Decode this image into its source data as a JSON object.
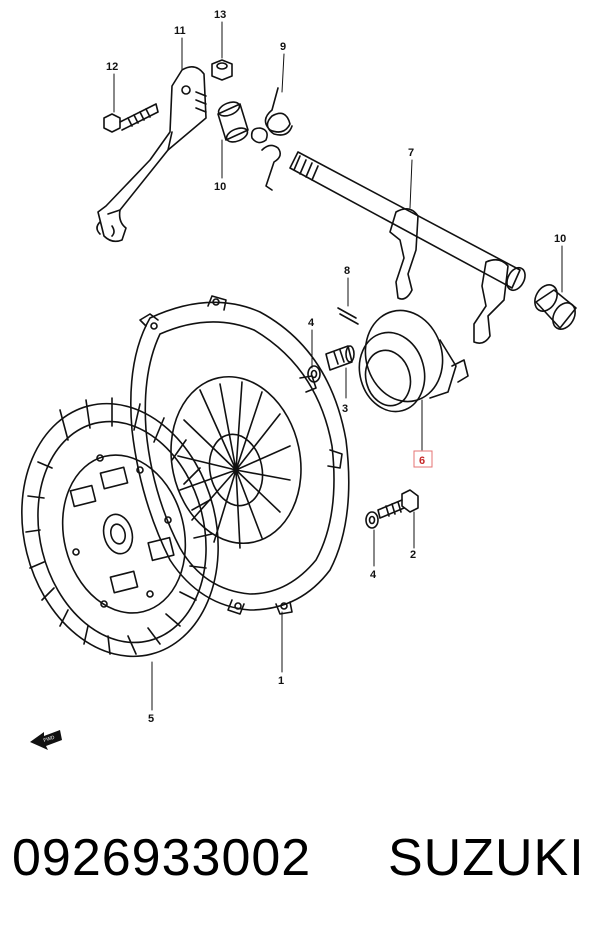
{
  "callouts": {
    "c1": "1",
    "c2": "2",
    "c3": "3",
    "c4a": "4",
    "c4b": "4",
    "c5": "5",
    "c6": "6",
    "c7": "7",
    "c8": "8",
    "c9": "9",
    "c10a": "10",
    "c10b": "10",
    "c11": "11",
    "c12": "12",
    "c13": "13"
  },
  "highlighted_callout": "6",
  "highlight_color": "#e57373",
  "front_arrow_icon": "front-arrow-icon",
  "caption": {
    "part_number": "0926933002",
    "brand": "SUZUKI"
  }
}
